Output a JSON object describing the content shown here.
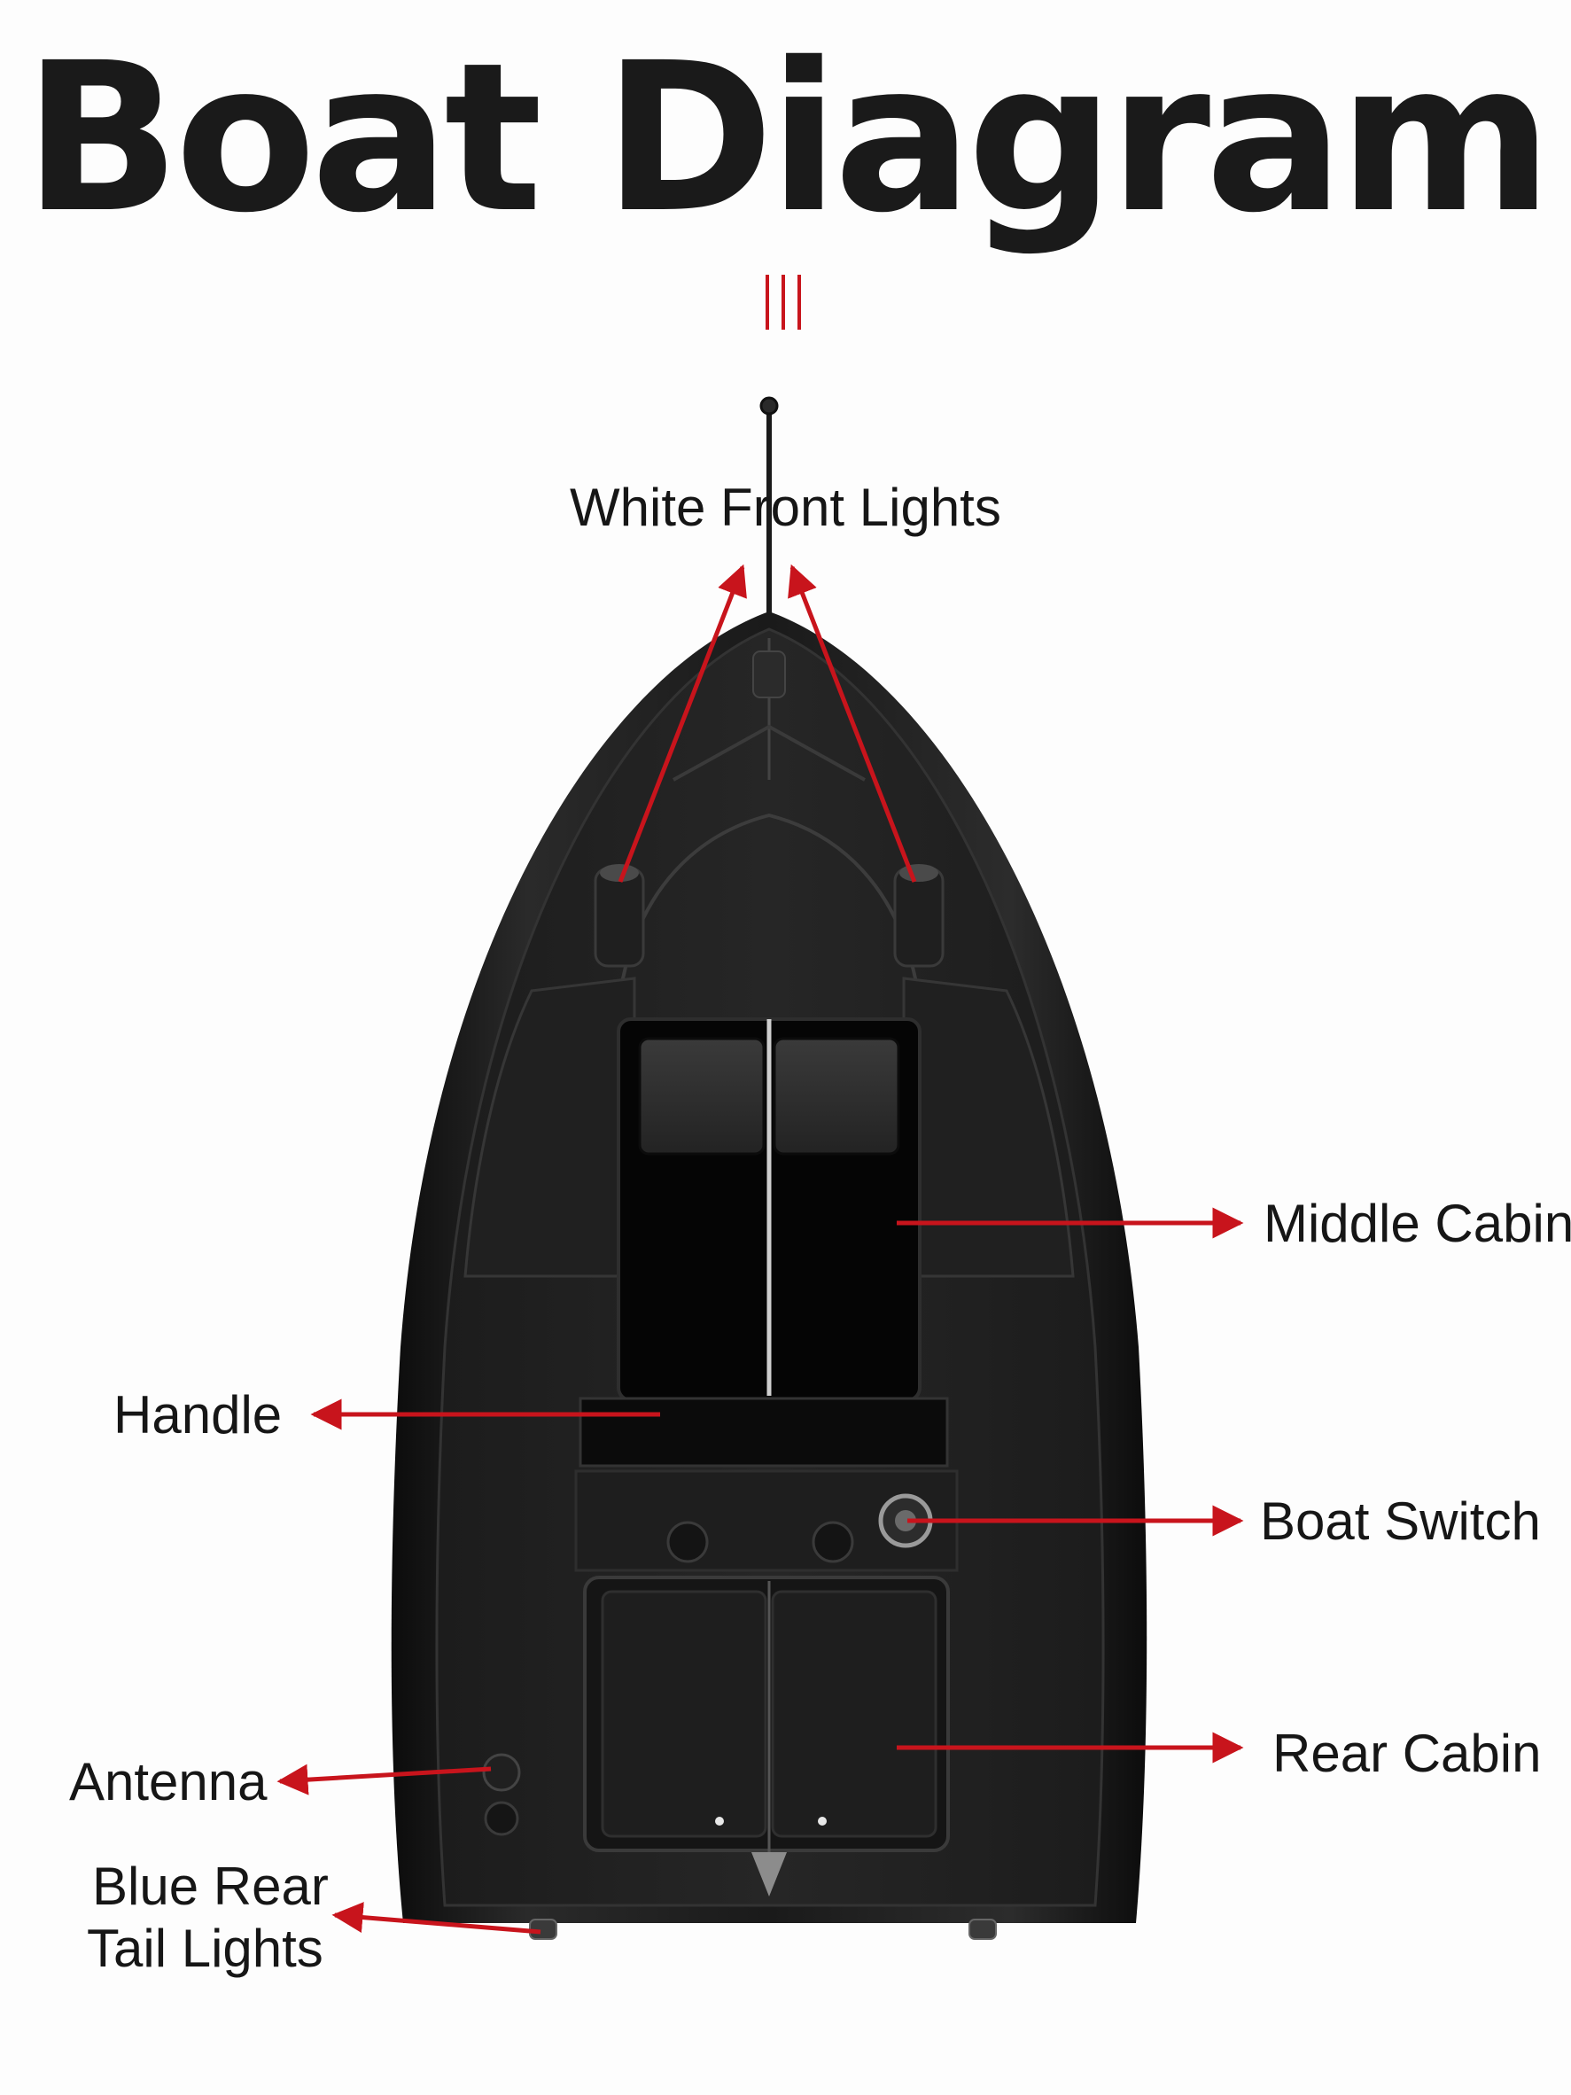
{
  "title": "Boat Diagram",
  "colors": {
    "accent": "#c8141c",
    "hull": "#151515",
    "text": "#161616",
    "background": "#fdfdfd"
  },
  "labels": {
    "front_lights": "White Front Lights",
    "middle_cabin": "Middle Cabin",
    "handle": "Handle",
    "boat_switch": "Boat Switch",
    "rear_cabin": "Rear Cabin",
    "antenna": "Antenna",
    "tail_lights_line1": "Blue Rear",
    "tail_lights_line2": "Tail Lights"
  }
}
